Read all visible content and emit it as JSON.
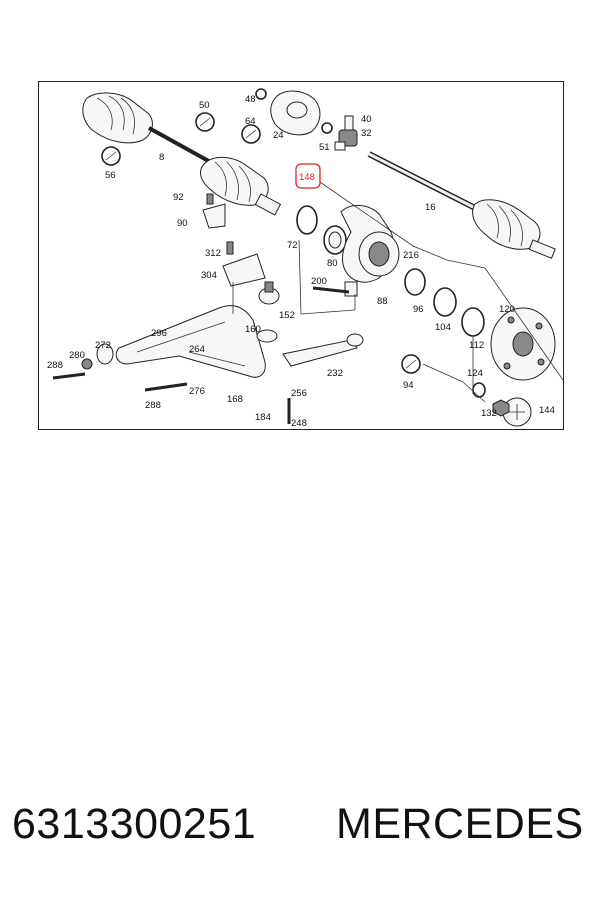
{
  "diagram": {
    "callouts": {
      "c8": "8",
      "c16": "16",
      "c24": "24",
      "c32": "32",
      "c40": "40",
      "c48": "48",
      "c50": "50",
      "c51": "51",
      "c56": "56",
      "c64": "64",
      "c72": "72",
      "c80": "80",
      "c88": "88",
      "c90": "90",
      "c92": "92",
      "c94": "94",
      "c96": "96",
      "c104": "104",
      "c112": "112",
      "c120": "120",
      "c124": "124",
      "c132": "132",
      "c144": "144",
      "c148": "148",
      "c152": "152",
      "c160": "160",
      "c168": "168",
      "c184": "184",
      "c200": "200",
      "c216": "216",
      "c232": "232",
      "c248": "248",
      "c256": "256",
      "c264": "264",
      "c272": "272",
      "c276": "276",
      "c280": "280",
      "c288a": "288",
      "c288b": "288",
      "c296": "296",
      "c304": "304",
      "c312": "312"
    },
    "highlighted_callout": "148",
    "highlight_color": "#d22222"
  },
  "footer": {
    "part_number": "6313300251",
    "brand": "MERCEDES"
  }
}
